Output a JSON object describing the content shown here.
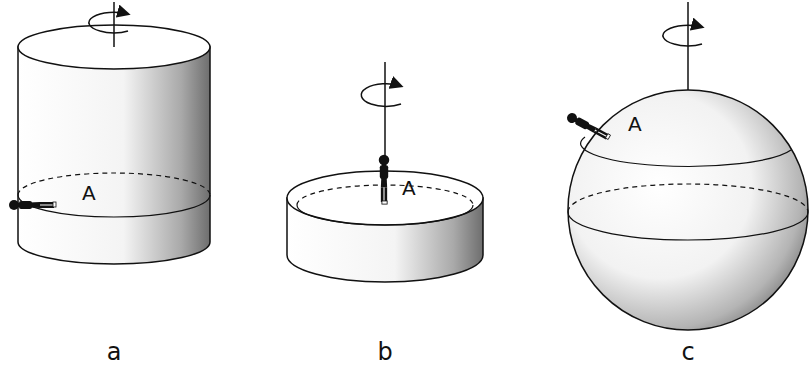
{
  "diagram": {
    "labels": [
      "A",
      "A",
      "A",
      "a",
      "b",
      "c"
    ]
  }
}
